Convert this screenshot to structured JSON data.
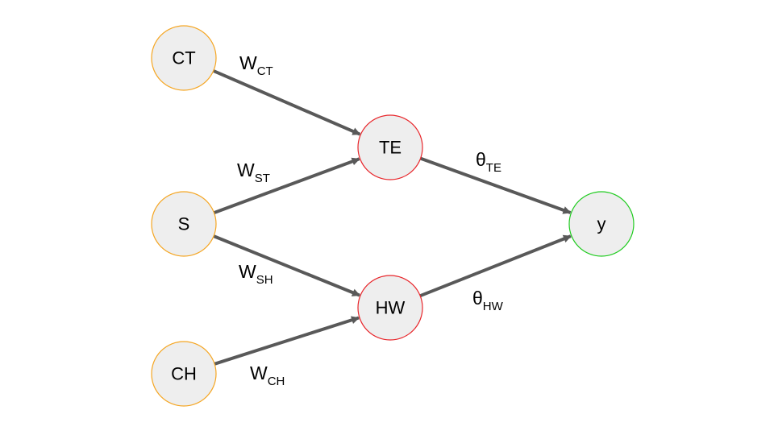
{
  "nodes": [
    {
      "id": "ct",
      "label": "CT",
      "role": "input",
      "stroke_color": "#f5a623"
    },
    {
      "id": "s",
      "label": "S",
      "role": "input",
      "stroke_color": "#f5a623"
    },
    {
      "id": "ch",
      "label": "CH",
      "role": "input",
      "stroke_color": "#f5a623"
    },
    {
      "id": "te",
      "label": "TE",
      "role": "hidden",
      "stroke_color": "#e8262b"
    },
    {
      "id": "hw",
      "label": "HW",
      "role": "hidden",
      "stroke_color": "#e8262b"
    },
    {
      "id": "y",
      "label": "y",
      "role": "output",
      "stroke_color": "#22cc22"
    }
  ],
  "edges": [
    {
      "from": "ct",
      "to": "te",
      "symbol": "W",
      "subscript": "CT"
    },
    {
      "from": "s",
      "to": "te",
      "symbol": "W",
      "subscript": "ST"
    },
    {
      "from": "s",
      "to": "hw",
      "symbol": "W",
      "subscript": "SH"
    },
    {
      "from": "ch",
      "to": "hw",
      "symbol": "W",
      "subscript": "CH"
    },
    {
      "from": "te",
      "to": "y",
      "symbol": "θ",
      "subscript": "TE"
    },
    {
      "from": "hw",
      "to": "y",
      "symbol": "θ",
      "subscript": "HW"
    }
  ],
  "colors": {
    "node_fill": "#eeeeee",
    "edge": "#595959"
  }
}
